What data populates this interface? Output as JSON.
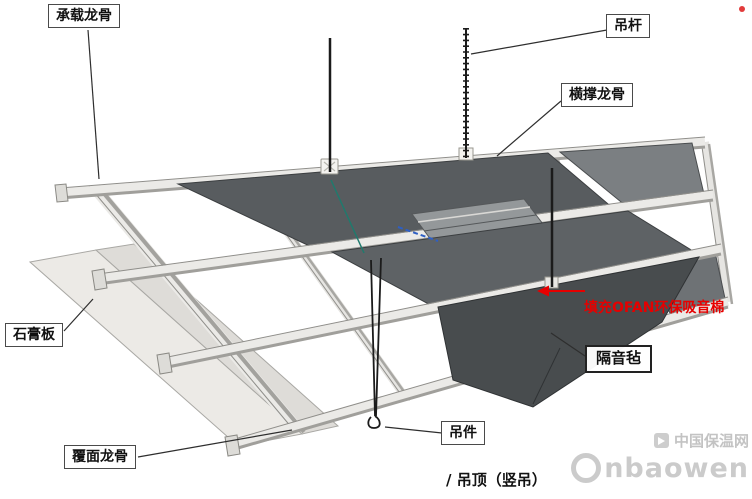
{
  "labels": {
    "load_keel": "承载龙骨",
    "hanger_rod": "吊杆",
    "cross_brace_keel": "横撑龙骨",
    "gypsum_board": "石膏板",
    "sound_felt": "隔音毡",
    "cover_keel": "覆面龙骨",
    "hanger_part": "吊件"
  },
  "caption": "/ 吊顶（竖吊）",
  "annotation": "填充OFAN环保吸音棉",
  "watermark": {
    "site_name": "中国保温网",
    "brand": "nbaowen"
  },
  "colors": {
    "annotation_red": "#e60000",
    "felt_dark": "#5e6265",
    "keel_light": "#ebeae7",
    "watermark_gray": "#c6c6c6"
  }
}
